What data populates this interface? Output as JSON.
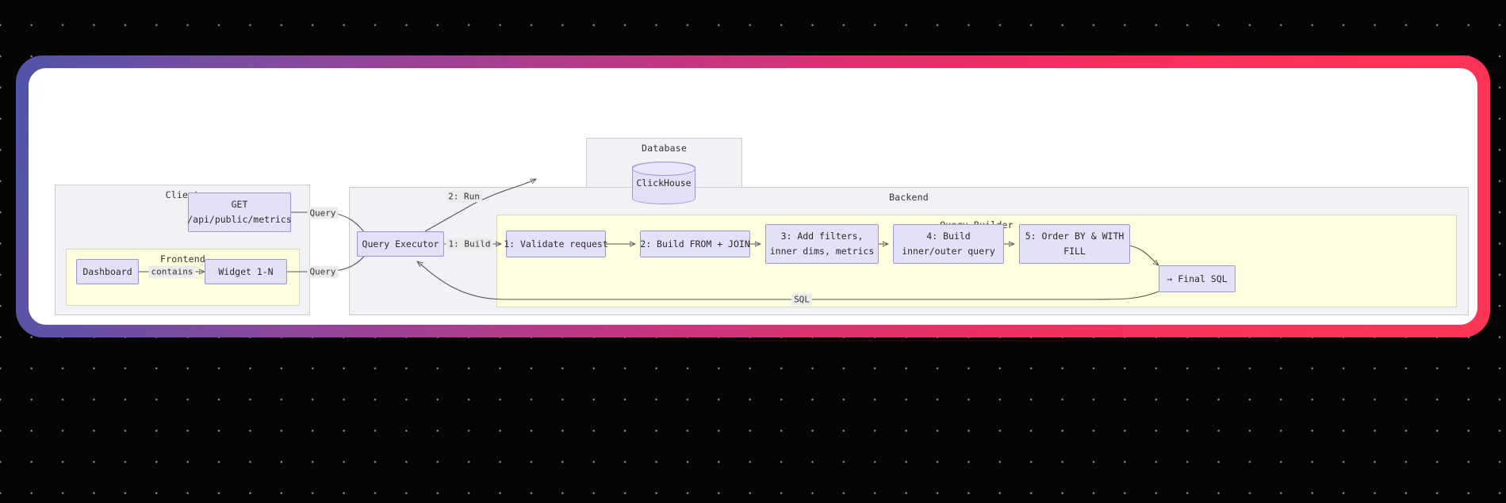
{
  "canvas": {
    "background_color": "#050505",
    "frame_gradient_from": "#4f55a8",
    "frame_gradient_mid": "#c8357f",
    "frame_gradient_to": "#fb3556",
    "card_background": "#ffffff"
  },
  "clusters": {
    "client": {
      "label": "Client"
    },
    "frontend": {
      "label": "Frontend"
    },
    "database": {
      "label": "Database"
    },
    "backend": {
      "label": "Backend"
    },
    "query_builder": {
      "label": "Query Builder"
    }
  },
  "nodes": {
    "get_metrics": {
      "line1": "GET",
      "line2": "/api/public/metrics"
    },
    "dashboard": {
      "label": "Dashboard"
    },
    "widget": {
      "label": "Widget 1-N"
    },
    "clickhouse": {
      "label": "ClickHouse"
    },
    "query_executor": {
      "label": "Query Executor"
    },
    "step1": {
      "label": "1: Validate request"
    },
    "step2": {
      "label": "2: Build FROM + JOIN"
    },
    "step3": {
      "line1": "3: Add filters,",
      "line2": "inner dims, metrics"
    },
    "step4": {
      "line1": "4: Build",
      "line2": "inner/outer query"
    },
    "step5": {
      "line1": "5: Order BY & WITH",
      "line2": "FILL"
    },
    "final_sql": {
      "label": "→ Final SQL"
    }
  },
  "edge_labels": {
    "contains": "contains",
    "query_top": "Query",
    "query_bottom": "Query",
    "build": "1: Build",
    "run": "2: Run",
    "sql": "SQL"
  },
  "palette": {
    "node_fill": "#e3e1f7",
    "node_stroke": "#9e95d8",
    "cluster_gray": "#f1f2f5",
    "cluster_yellow": "#ffffe0",
    "edge_stroke": "#555555",
    "edge_label_bg": "#ebebeb"
  }
}
